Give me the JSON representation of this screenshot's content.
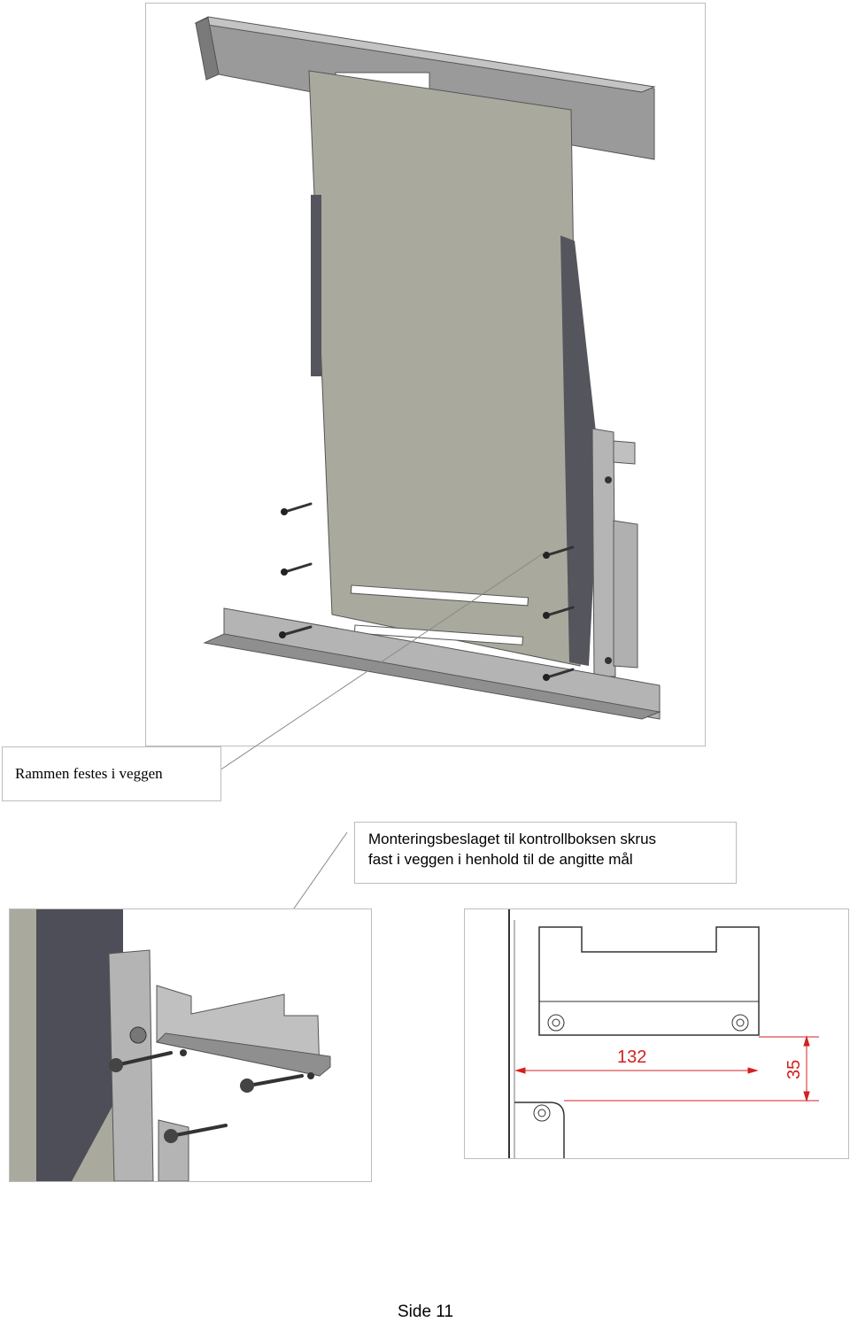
{
  "captions": {
    "wall": "Rammen festes i veggen",
    "bracket_line1": "Monteringsbeslaget til kontrollboksen skrus",
    "bracket_line2": "fast i veggen i henhold til de angitte mål"
  },
  "dimensions": {
    "horizontal": "132",
    "vertical": "35"
  },
  "footer": {
    "page": "Side 11"
  },
  "colors": {
    "steel_light": "#b4b4b4",
    "steel_mid": "#8f8f8f",
    "steel_dark": "#4e4e58",
    "panel": "#a9a99d",
    "dimension_red": "#d32020"
  }
}
